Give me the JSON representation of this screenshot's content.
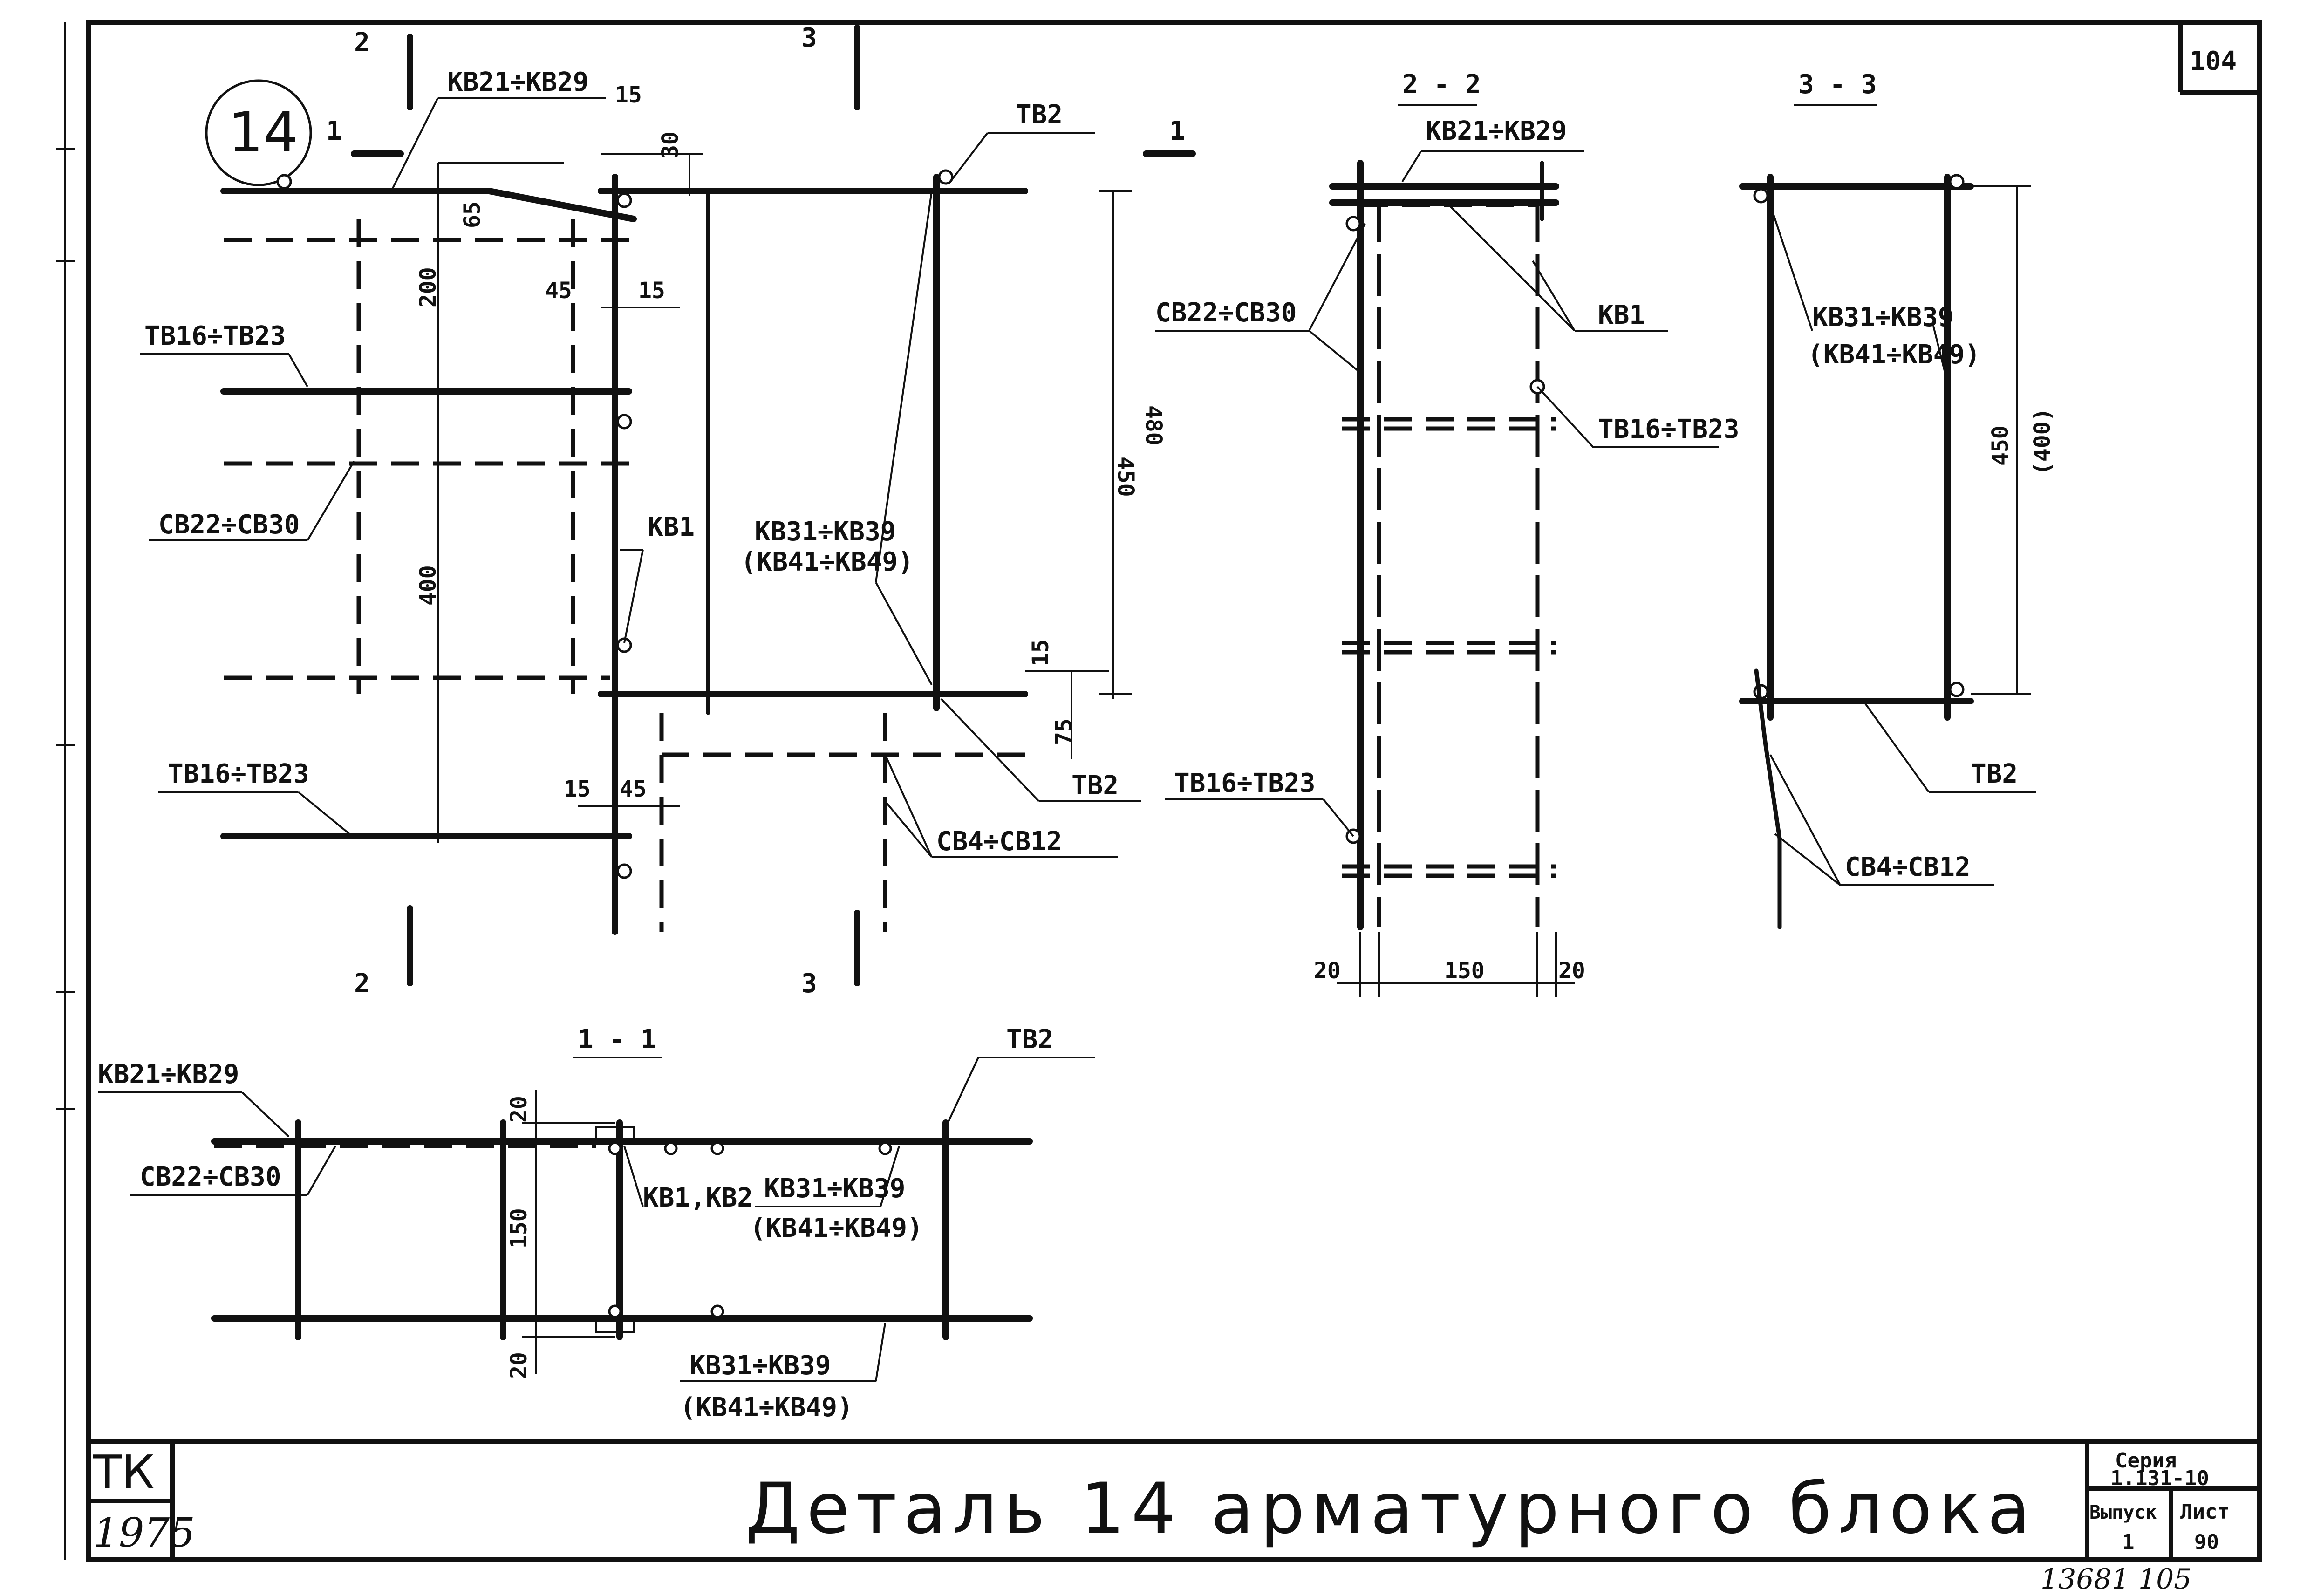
{
  "sheet_number": "104",
  "detail_number": "14",
  "title": "Деталь 14 арматурного блока",
  "stamp": {
    "org": "ТК",
    "year": "1975",
    "series_label": "Серия",
    "series_value": "1.131-10",
    "issue_label": "Выпуск",
    "issue_value": "1",
    "sheet_label": "Лист",
    "sheet_value": "90"
  },
  "footer_handwritten": "13681   105",
  "section_labels": {
    "s1": "1",
    "s2": "2",
    "s3": "3",
    "view_1_1": "1 - 1",
    "view_2_2": "2 - 2",
    "view_3_3": "3 - 3"
  },
  "labels": {
    "kb21_29": "КВ21÷КВ29",
    "tb2": "ТВ2",
    "tb16_23": "ТВ16÷ТВ23",
    "cb22_30": "СВ22÷СВ30",
    "kb1": "КВ1",
    "kb31_39": "КВ31÷КВ39",
    "kb41_49": "(КВ41÷КВ49)",
    "cb4_12": "СВ4÷СВ12",
    "kb1_kb2": "КВ1,КВ2"
  },
  "dimensions": {
    "d15": "15",
    "d30": "30",
    "d65": "65",
    "d200": "200",
    "d45": "45",
    "d400": "400",
    "d450": "450",
    "d480": "480",
    "d75": "75",
    "d20": "20",
    "d150": "150",
    "d450_400": "(400)"
  }
}
